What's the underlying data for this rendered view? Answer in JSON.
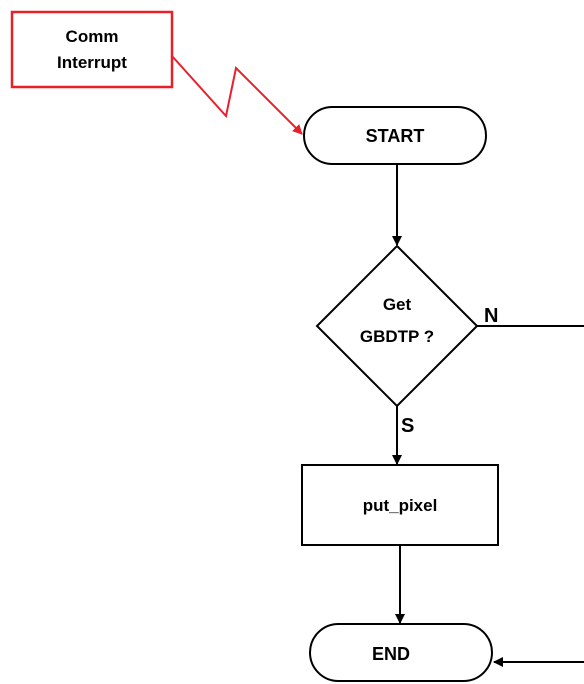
{
  "diagram": {
    "interrupt": {
      "line1": "Comm",
      "line2": "Interrupt"
    },
    "start": "START",
    "decision": {
      "line1": "Get",
      "line2": "GBDTP ?"
    },
    "yes_label": "S",
    "no_label": "N",
    "process": "put_pixel",
    "end": "END"
  },
  "colors": {
    "interrupt": "#e8202a",
    "stroke": "#000000",
    "fill": "#ffffff"
  }
}
